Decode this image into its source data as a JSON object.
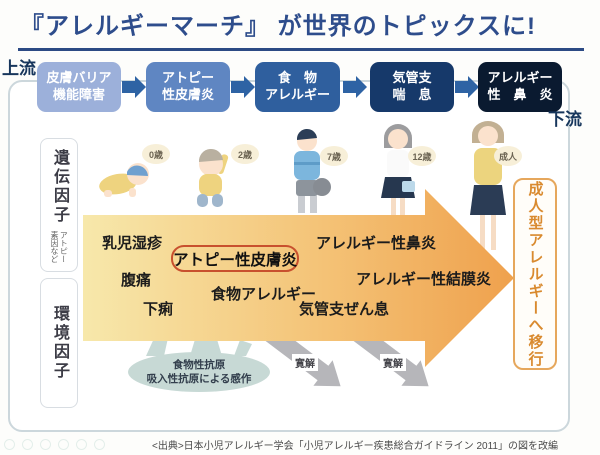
{
  "title": "『アレルギーマーチ』 が世界のトピックスに!",
  "stream_labels": {
    "upstream": "上流",
    "downstream": "下流"
  },
  "flow": {
    "boxes": [
      {
        "label": "皮膚バリア\n機能障害",
        "color": "#9cb0da"
      },
      {
        "label": "アトピー\n性皮膚炎",
        "color": "#5f86c2"
      },
      {
        "label": "食　物\nアレルギー",
        "color": "#2f5f9e"
      },
      {
        "label": "気管支\n喘　息",
        "color": "#16396a"
      },
      {
        "label": "アレルギー\n性　鼻　炎",
        "color": "#0a1a30"
      }
    ],
    "arrow_color": "#2e63a4"
  },
  "factors": {
    "genetic": "遺伝因子",
    "genetic_sub": "アトピー\n素因など",
    "environment": "環境因子"
  },
  "ages": [
    "0歳",
    "2歳",
    "7歳",
    "12歳",
    "成人"
  ],
  "symptoms": {
    "infant_eczema": "乳児湿疹",
    "abdominal_pain": "腹痛",
    "diarrhea": "下痢",
    "atopic_dermatitis": "アトピー性皮膚炎",
    "food_allergy": "食物アレルギー",
    "allergic_rhinitis": "アレルギー性鼻炎",
    "allergic_conjunctivitis": "アレルギー性結膜炎",
    "bronchial_asthma": "気管支ぜん息"
  },
  "remission_label": "寛解",
  "sensitization": {
    "line1": "食物性抗原",
    "line2": "吸入性抗原による感作"
  },
  "transition": "成人型アレルギーへ移行",
  "citation": "<出典>日本小児アレルギー学会「小児アレルギー疾患総合ガイドライン 2011」の図を改編",
  "colors": {
    "title": "#2e4d8c",
    "march_arrow_start": "#f7e8ab",
    "march_arrow_end": "#efa14d",
    "remission_arrow": "#b6b6ba",
    "sensitization_fill": "#c7d9d5",
    "atopic_box_border": "#c8502e",
    "transition_border": "#e6a75c"
  }
}
